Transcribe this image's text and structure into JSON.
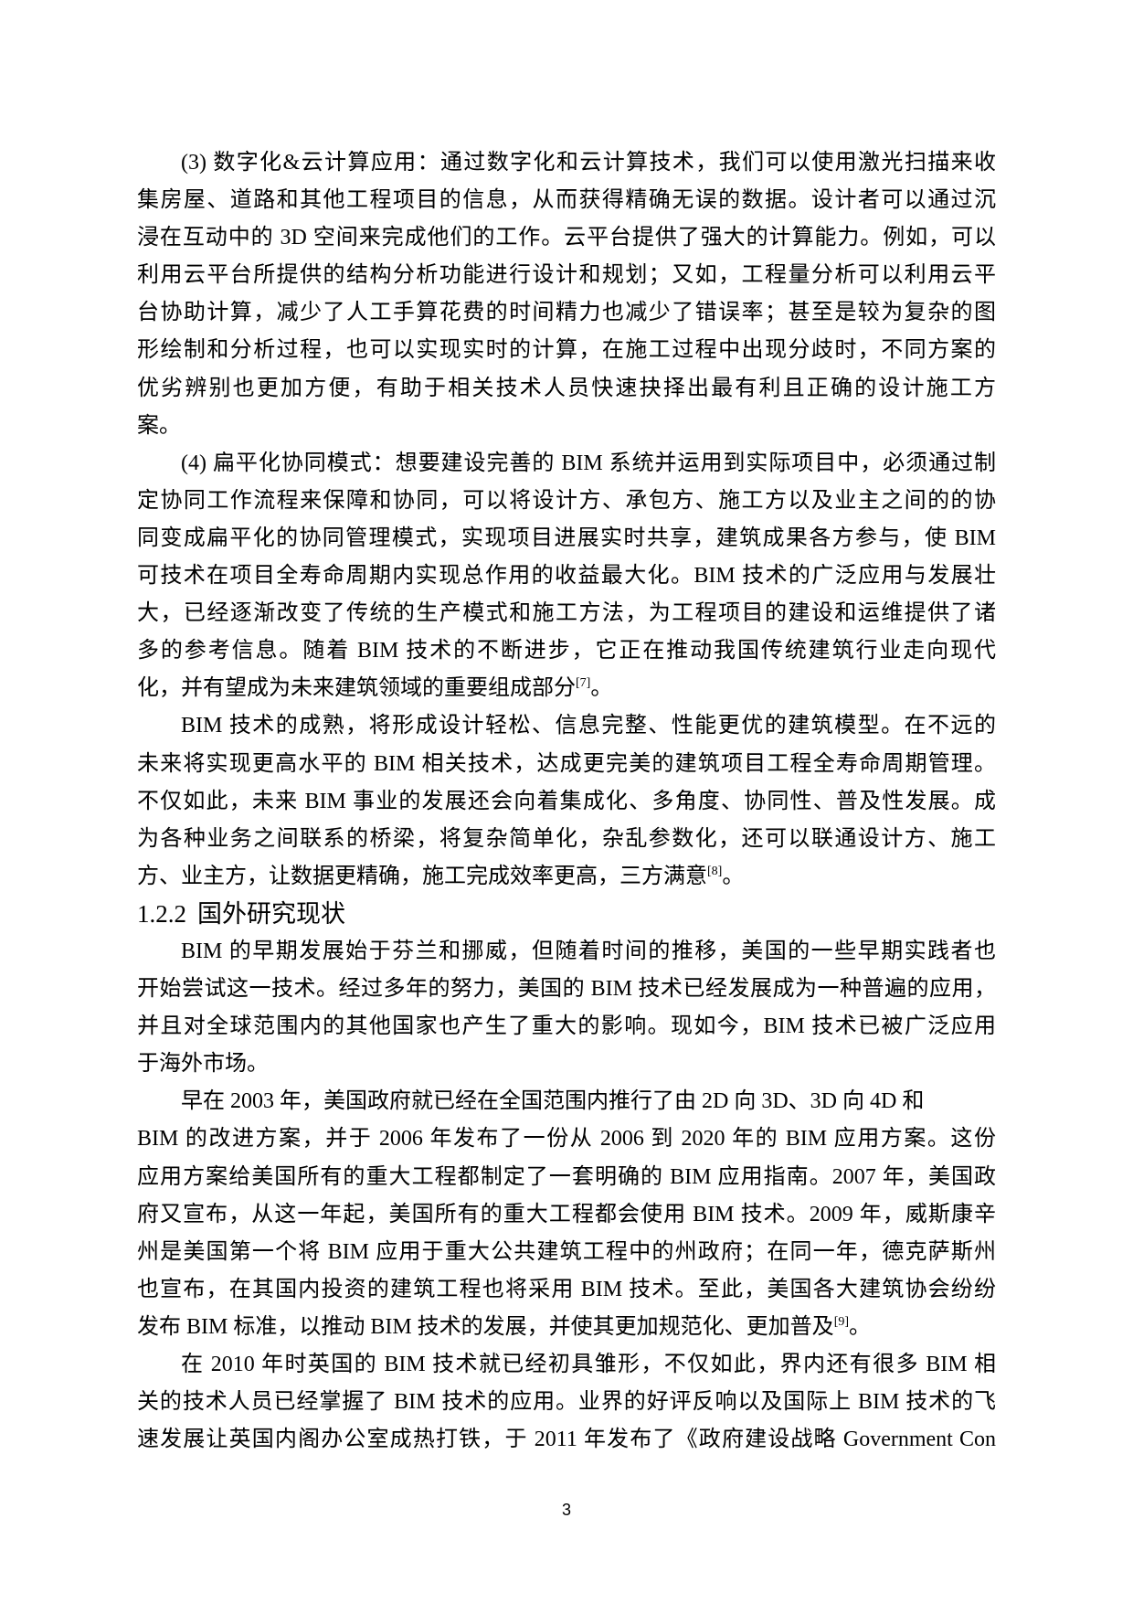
{
  "continued_section": {
    "item_3": {
      "lines": [
        "(3) 数字化&云计算应用：通过数字化和云计算技术，我们可以使用激光扫描来收",
        "集房屋、道路和其他工程项目的信息，从而获得精确无误的数据。设计者可以通过沉",
        "浸在互动中的 3D 空间来完成他们的工作。云平台提供了强大的计算能力。例如，可以",
        "利用云平台所提供的结构分析功能进行设计和规划；又如，工程量分析可以利用云平",
        "台协助计算，减少了人工手算花费的时间精力也减少了错误率；甚至是较为复杂的图",
        "形绘制和分析过程，也可以实现实时的计算，在施工过程中出现分歧时，不同方案的",
        "优劣辨别也更加方便，有助于相关技术人员快速抉择出最有利且正确的设计施工方",
        "案。"
      ]
    },
    "item_4": {
      "lines": [
        "(4) 扁平化协同模式：想要建设完善的 BIM 系统并运用到实际项目中，必须通过制",
        "定协同工作流程来保障和协同，可以将设计方、承包方、施工方以及业主之间的的协",
        "同变成扁平化的协同管理模式，实现项目进展实时共享，建筑成果各方参与，使 BIM",
        "可技术在项目全寿命周期内实现总作用的收益最大化。BIM 技术的广泛应用与发展壮",
        "大，已经逐渐改变了传统的生产模式和施工方法，为工程项目的建设和运维提供了诸",
        "多的参考信息。随着 BIM 技术的不断进步，它正在推动我国传统建筑行业走向现代"
      ],
      "last_line": {
        "text": "化，并有望成为未来建筑领域的重要组成部分",
        "cite": "[7]",
        "tail": "。"
      }
    },
    "outlook": {
      "lines": [
        "BIM 技术的成熟，将形成设计轻松、信息完整、性能更优的建筑模型。在不远的",
        "未来将实现更高水平的 BIM 相关技术，达成更完美的建筑项目工程全寿命周期管理。",
        "不仅如此，未来 BIM 事业的发展还会向着集成化、多角度、协同性、普及性发展。成",
        "为各种业务之间联系的桥梁，将复杂简单化，杂乱参数化，还可以联通设计方、施工"
      ],
      "last_line": {
        "text": "方、业主方，让数据更精确，施工完成效率更高，三方满意",
        "cite": "[8]",
        "tail": "。"
      }
    }
  },
  "section_1_2_2": {
    "number": "1.2.2",
    "title": "国外研究现状",
    "p1": {
      "lines": [
        "BIM 的早期发展始于芬兰和挪威，但随着时间的推移，美国的一些早期实践者也",
        "开始尝试这一技术。经过多年的努力，美国的 BIM 技术已经发展成为一种普遍的应用，",
        "并且对全球范围内的其他国家也产生了重大的影响。现如今，BIM 技术已被广泛应用",
        "于海外市场。"
      ]
    },
    "p2": {
      "lines": [
        "早在 2003 年，美国政府就已经在全国范围内推行了由 2D 向 3D、3D 向 4D 和",
        "BIM 的改进方案，并于 2006 年发布了一份从 2006 到 2020 年的 BIM 应用方案。这份",
        "应用方案给美国所有的重大工程都制定了一套明确的 BIM 应用指南。2007 年，美国政",
        "府又宣布，从这一年起，美国所有的重大工程都会使用 BIM 技术。2009 年，威斯康辛",
        "州是美国第一个将 BIM 应用于重大公共建筑工程中的州政府；在同一年，德克萨斯州",
        "也宣布，在其国内投资的建筑工程也将采用 BIM 技术。至此，美国各大建筑协会纷纷"
      ],
      "last_line": {
        "text": "发布 BIM 标准，以推动 BIM 技术的发展，并使其更加规范化、更加普及",
        "cite": "[9]",
        "tail": "。"
      }
    },
    "p3": {
      "lines": [
        "在 2010 年时英国的 BIM 技术就已经初具雏形，不仅如此，界内还有很多 BIM 相",
        "关的技术人员已经掌握了 BIM 技术的应用。业界的好评反响以及国际上 BIM 技术的飞",
        "速发展让英国内阁办公室成热打铁，于 2011 年发布了《政府建设战略 Government Con"
      ]
    }
  },
  "footer": {
    "page_number": "3"
  }
}
